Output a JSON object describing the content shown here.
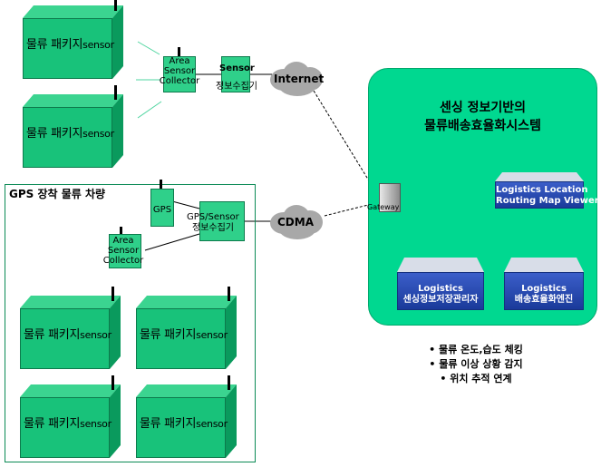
{
  "colors": {
    "package_green": "#18c27a",
    "system_green": "#00d890",
    "module_blue": "#2a4bb0",
    "arrow_red": "#e0161e",
    "cloud_gray": "#a8a8a8"
  },
  "packages": [
    {
      "name": "물류 패키지",
      "sensor": "sensor"
    },
    {
      "name": "물류 패키지",
      "sensor": "sensor"
    },
    {
      "name": "물류 패키지",
      "sensor": "sensor"
    },
    {
      "name": "물류 패키지",
      "sensor": "sensor"
    },
    {
      "name": "물류 패키지",
      "sensor": "sensor"
    },
    {
      "name": "물류 패키지",
      "sensor": "sensor"
    }
  ],
  "top_area_collector": [
    "Area",
    "Sensor",
    "Collector"
  ],
  "top_info_collector": {
    "line1": "Sensor",
    "line2": "정보수집기"
  },
  "internet_label": "Internet",
  "cdma_label": "CDMA",
  "gps_vehicle": {
    "title": "GPS 장착 물류 차량",
    "gps_label": "GPS",
    "info_collector": {
      "line1": "GPS/Sensor",
      "line2": "정보수집기"
    },
    "area_collector": [
      "Area",
      "Sensor",
      "Collector"
    ]
  },
  "system": {
    "title_line1": "센싱 정보기반의",
    "title_line2": "물류배송효율화시스템",
    "gateway_label": "Gateway",
    "viewer": {
      "line1": "Logistics Location",
      "line2": "Routing Map Viewer"
    },
    "storage": {
      "line1": "Logistics",
      "line2": "센싱정보저장관리자"
    },
    "engine": {
      "line1": "Logistics",
      "line2": "배송효율화엔진"
    }
  },
  "bullets": [
    "• 물류 온도,습도 체킹",
    "• 물류 이상 상황 감지",
    "• 위치 추적 연계"
  ]
}
